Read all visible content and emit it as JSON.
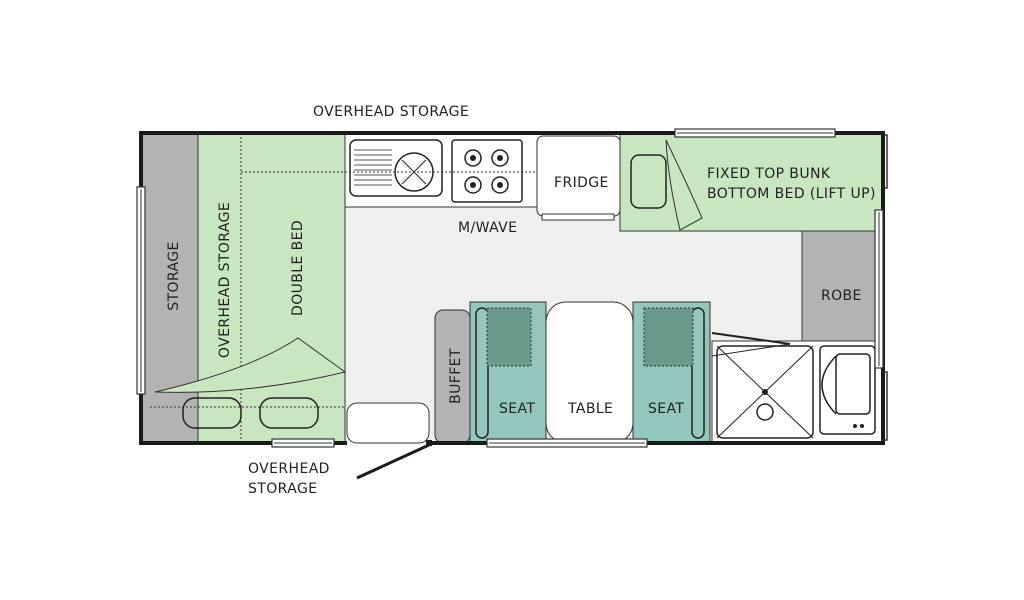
{
  "labels": {
    "overhead_storage_top": "OVERHEAD STORAGE",
    "overhead_storage_bottom_line1": "OVERHEAD",
    "overhead_storage_bottom_line2": "STORAGE",
    "storage_vertical": "STORAGE",
    "overhead_storage_vertical": "OVERHEAD STORAGE",
    "double_bed": "DOUBLE BED",
    "microwave": "M/WAVE",
    "fridge": "FRIDGE",
    "bunk_line1": "FIXED TOP BUNK",
    "bunk_line2": "BOTTOM BED (LIFT UP)",
    "robe": "ROBE",
    "buffet": "BUFFET",
    "seat_left": "SEAT",
    "table": "TABLE",
    "seat_right": "SEAT"
  },
  "colors": {
    "bed_green": "#c8e6bf",
    "storage_grey": "#b3b3b3",
    "floor_grey": "#efefef",
    "seat_teal": "#93c6bd",
    "cushion_dark_teal": "#6a9a8c",
    "wall": "#1a1a1a"
  }
}
